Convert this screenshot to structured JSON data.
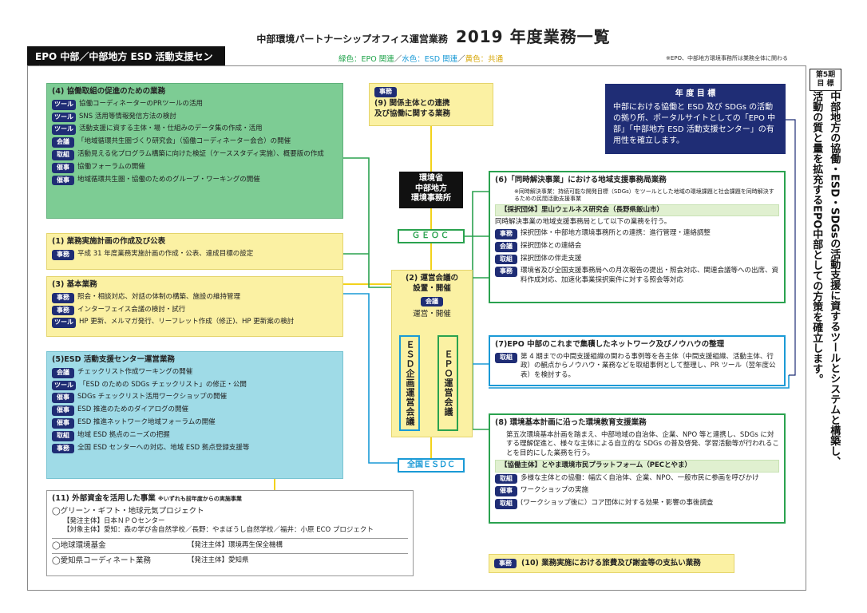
{
  "header": {
    "pre": "中部環境パートナーシップオフィス運営業務",
    "title": "2019 年度業務一覧",
    "banner": "EPO 中部／中部地方 ESD 活動支援センター",
    "legend_green": "緑色：EPO 関連",
    "legend_blue": "水色：ESD 関連",
    "legend_yellow": "黄色：共通",
    "legend_sep": "／",
    "note": "※EPO、中部地方環境事務所は業務全体に関わる"
  },
  "side": {
    "period": "第5期\n目 標",
    "col1": "中部地方の協働・ESD・SDGsの活動支援に資するツールとシステムと構築し、",
    "col2": "活動の質と量を拡充するEPO中部としての方策を確立します。"
  },
  "goal": {
    "heading": "年 度 目 標",
    "text": "中部における協働と ESD 及び SDGs の活動の拠り所、ポータルサイトとしての「EPO 中部」「中部地方 ESD 活動支援センター」の有用性を確立します。"
  },
  "box4": {
    "title": "(4) 協働取組の促進のための業務",
    "items": [
      {
        "tag": "ツール",
        "text": "協働コーディネーターのPRツールの活用"
      },
      {
        "tag": "ツール",
        "text": "SNS 活用等情報発信方法の検討"
      },
      {
        "tag": "ツール",
        "text": "活動支援に資する主体・場・仕組みのデータ集の作成・活用"
      },
      {
        "tag": "会議",
        "text": "「地域循環共生圏づくり研究会」（協働コーディネーター会合）の開催"
      },
      {
        "tag": "取組",
        "text": "活動見える化プログラム構築に向けた検証（ケーススタディ実施）、概要版の作成"
      },
      {
        "tag": "催事",
        "text": "協働フォーラムの開催"
      },
      {
        "tag": "催事",
        "text": "地域循環共生圏・協働のためのグループ・ワーキングの開催"
      }
    ]
  },
  "box1": {
    "title": "(1) 業務実施計画の作成及び公表",
    "items": [
      {
        "tag": "事務",
        "text": "平成 31 年度業務実施計画の作成・公表、達成目標の設定"
      }
    ]
  },
  "box3": {
    "title": "(3) 基本業務",
    "items": [
      {
        "tag": "事務",
        "text": "照会・相談対応、対話の体制の構築、施設の維持管理"
      },
      {
        "tag": "事務",
        "text": "インターフェイス会議の検討・試行"
      },
      {
        "tag": "ツール",
        "text": "HP 更新、メルマガ発行、リーフレット作成（修正)、HP 更新案の検討"
      }
    ]
  },
  "box5": {
    "title": "(5)ESD 活動支援センター運営業務",
    "items": [
      {
        "tag": "会議",
        "text": "チェックリスト作成ワーキングの開催"
      },
      {
        "tag": "ツール",
        "text": "「ESD のための SDGs チェックリスト」の修正・公開"
      },
      {
        "tag": "催事",
        "text": "SDGs チェックリスト活用ワークショップの開催"
      },
      {
        "tag": "催事",
        "text": "ESD 推進のためのダイアログの開催"
      },
      {
        "tag": "催事",
        "text": "ESD 推進ネットワーク地域フォーラムの開催"
      },
      {
        "tag": "取組",
        "text": "地域 ESD 拠点のニーズの把握"
      },
      {
        "tag": "事務",
        "text": "全国 ESD センターへの対応、地域 ESD 拠点登録支援等"
      }
    ]
  },
  "box11": {
    "title": "(11) 外部資金を活用した事業",
    "note": "※いずれも前年度からの実施事業",
    "p1": "◯グリーン・ギフト・地球元気プロジェクト",
    "p1a": "【発注主体】日本ＮＰＯセンター",
    "p1b": "【対象主体】愛知：森の学び舎自然学校／長野：やまぼうし自然学校／福井：小原 ECO プロジェクト",
    "p2": "◯地球環境基金",
    "p2a": "【発注主体】環境再生保全機構",
    "p3": "◯愛知県コーディネート業務",
    "p3a": "【発注主体】愛知県"
  },
  "box9": {
    "tag": "事務",
    "title": "(9) 関係主体との連携\n及び協働に関する業務"
  },
  "center": {
    "office": "環境省\n中部地方\n環境事務所",
    "geoc": "ＧＥＯＣ",
    "esdc": "全国ＥＳＤＣ"
  },
  "box2": {
    "title": "(2) 運営会議の\n設置・開催",
    "tag": "会議",
    "sub": "運営・開催",
    "esd": "ＥＳＤ企画運営会議",
    "epo": "ＥＰＯ運営会議"
  },
  "box6": {
    "title": "(6)「同時解決事業」における地域支援事務局業務",
    "note": "※同時解決事業：持続可能な開発目標（SDGs）をツールとした地域の環境課題と社会課題を同時解決するための民間活動支援事業",
    "org": "【採択団体】里山ウェルネス研究会（長野県飯山市）",
    "lead": "同時解決事業の地域支援事務局として以下の業務を行う。",
    "items": [
      {
        "tag": "事務",
        "text": "採択団体・中部地方環境事務所との連携：進行管理・連絡調整"
      },
      {
        "tag": "会議",
        "text": "採択団体との連絡会"
      },
      {
        "tag": "取組",
        "text": "採択団体の伴走支援"
      },
      {
        "tag": "事務",
        "text": "環境省及び全国支援事務局への月次報告の提出・照会対応、関連会議等への出席、資料作成対応、加速化事業採択案件に対する照会等対応"
      }
    ]
  },
  "box7": {
    "title": "(7)EPO 中部のこれまで集積したネットワーク及びノウハウの整理",
    "tag": "取組",
    "text": "第 4 期までの中間支援組織の関わる事例等を各主体（中間支援組織、活動主体、行政）の観点からノウハウ・業務などを取組事例として整理し、PR ツール（翌年度公表）を検討する。"
  },
  "box8": {
    "title": "(8) 環境基本計画に沿った環境教育支援業務",
    "lead": "第五次環境基本計画を踏まえ、中部地域の自治体、企業、NPO 等と連携し、SDGs に対する理解促進と、様々な主体による自立的な SDGs の普及啓発、学習活動等が行われることを目的にした業務を行う。",
    "org": "【協働主体】とやま環境市民プラットフォーム（PECとやま）",
    "items": [
      {
        "tag": "取組",
        "text": "多様な主体との協働：幅広く自治体、企業、NPO、一般市民に参画を呼びかけ"
      },
      {
        "tag": "催事",
        "text": "ワークショップの実施"
      },
      {
        "tag": "取組",
        "text": "(ワークショップ後に）コア団体に対する効果・影響の事後調査"
      }
    ]
  },
  "box10": {
    "tag": "事務",
    "title": "(10) 業務実施における旅費及び謝金等の支払い業務"
  },
  "colors": {
    "green": "#7dcc94",
    "yellow": "#fbf1a3",
    "cyan": "#9fdbe7",
    "navy": "#1f2d75",
    "line_green": "#2aa24f",
    "line_blue": "#1a9ad6",
    "line_yellow": "#f2d21c"
  }
}
